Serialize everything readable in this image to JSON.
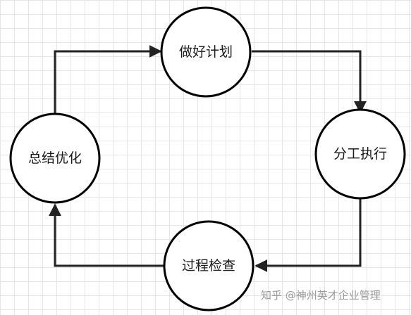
{
  "nodes": {
    "plan": "做好计划",
    "execute": "分工执行",
    "check": "过程检查",
    "summarize": "总结优化"
  },
  "watermark": "知乎 @神州英才企业管理",
  "colors": {
    "node_fill": "#ffffff",
    "node_stroke": "#000000",
    "edge": "#222222",
    "grid": "#e6e6e6",
    "watermark": "#9a9a9a"
  }
}
